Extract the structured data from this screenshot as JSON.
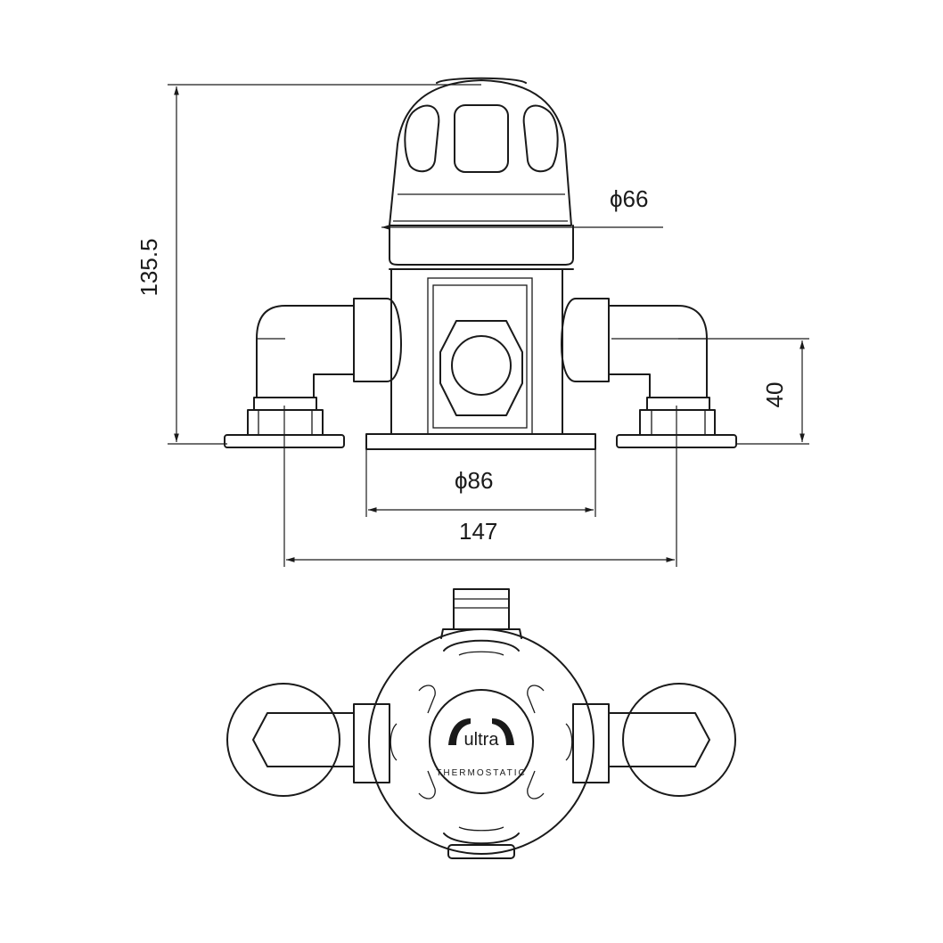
{
  "dimensions": {
    "height": "135.5",
    "handle_diameter": "ϕ66",
    "outlet_height": "40",
    "base_diameter": "ϕ86",
    "inlet_centres": "147"
  },
  "logo": {
    "brand": "ultra",
    "subtitle": "THERMOSTATIC"
  }
}
